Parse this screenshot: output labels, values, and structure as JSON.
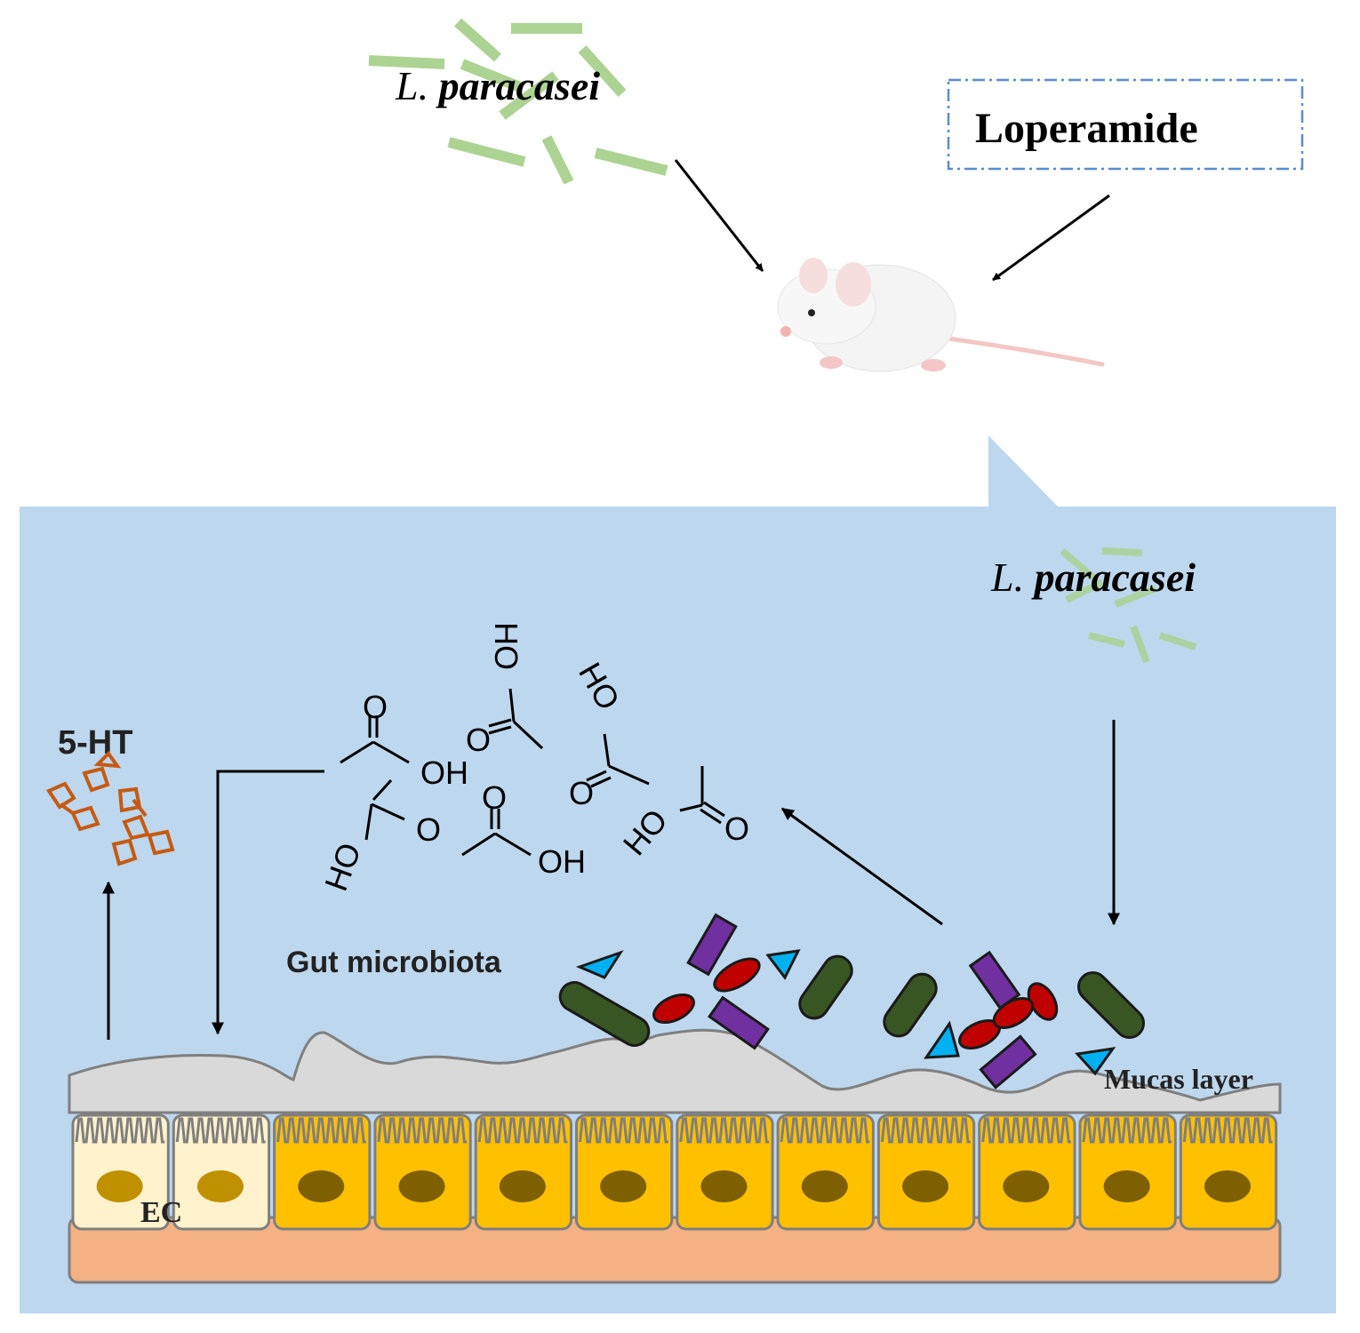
{
  "labels": {
    "probiotic_top": {
      "prefix": "L.",
      "name": "paracasei"
    },
    "drug": "Loperamide",
    "probiotic_gut": {
      "prefix": "L.",
      "name": "paracasei"
    },
    "serotonin": "5-HT",
    "microbiota": "Gut microbiota",
    "mucus": "Mucas layer",
    "ec_cell": "EC"
  },
  "acetate_groups": {
    "carbonyl": "O",
    "hydroxyl": "OH",
    "hydroxyl_flipped": "HO"
  },
  "colors": {
    "panel": "#bdd7ee",
    "mucus": "#d9d9d9",
    "epithelium": "#ffc000",
    "ec_cells": "#fff2cc",
    "nucleus": "#7f6000",
    "ec_nucleus": "#bf9000",
    "basement": "#f4b183",
    "bacteria_green": "#7ec27a",
    "rod_dark": "#375623",
    "ellipse_red": "#c00000",
    "rod_purple": "#7030a0",
    "triangle_cyan": "#00b0f0",
    "serotonin": "#c55a11",
    "arrow": "#000000"
  },
  "icons": [
    "mouse-icon",
    "acetate-molecule-icon",
    "serotonin-granule-icon",
    "bacterium-rod-icon"
  ]
}
